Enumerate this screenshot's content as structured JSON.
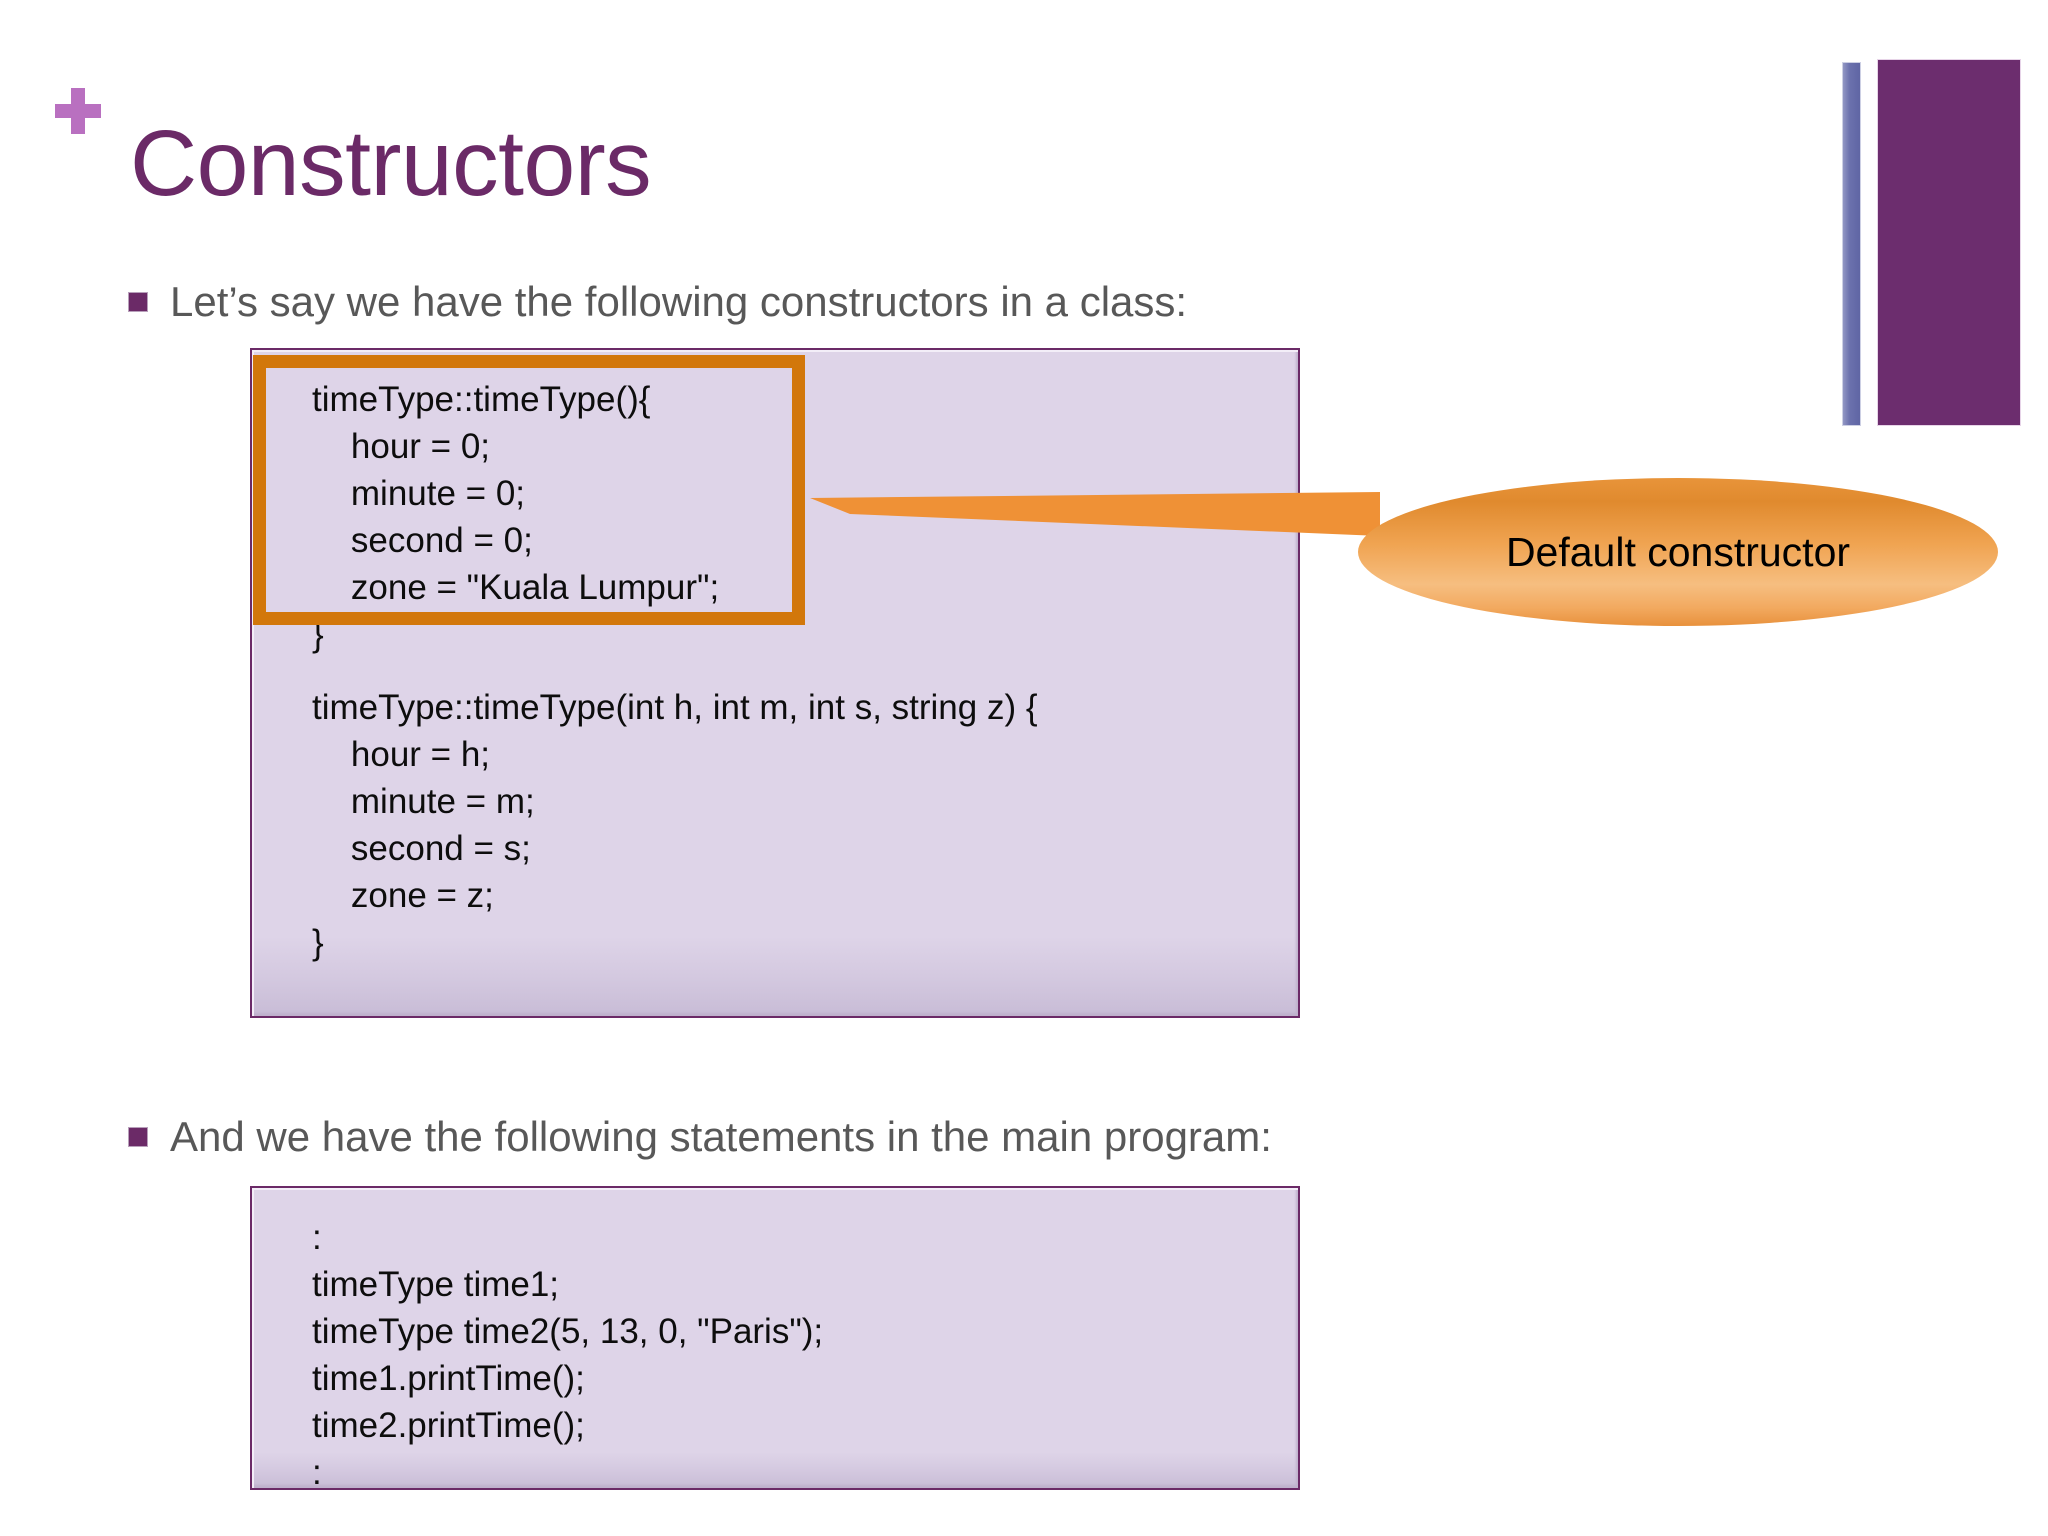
{
  "slide": {
    "title": "Constructors",
    "plus_icon": "plus-icon",
    "accent_purple": "#6b2a67",
    "accent_light_purple": "#b970c0",
    "accent_blue": "#6b71ad",
    "accent_orange": "#d2770b",
    "code_box_bg": "#ded4e8"
  },
  "bullets": [
    {
      "text": "Let’s say we have the following constructors in a class:"
    },
    {
      "text": "And we have the following statements in the main program:"
    }
  ],
  "code_box_1": {
    "lines": [
      "timeType::timeType(){",
      "    hour = 0;",
      "    minute = 0;",
      "    second = 0;",
      "    zone = \"Kuala Lumpur\";",
      "}",
      "",
      "timeType::timeType(int h, int m, int s, string z) {",
      "    hour = h;",
      "    minute = m;",
      "    second = s;",
      "    zone = z;",
      "}"
    ]
  },
  "code_box_2": {
    "lines": [
      ":",
      "timeType time1;",
      "timeType time2(5, 13, 0, \"Paris\");",
      "time1.printTime();",
      "time2.printTime();",
      ":"
    ]
  },
  "callout": {
    "label": "Default constructor",
    "fill_top": "#e08a2e",
    "fill_mid": "#f6be80"
  }
}
